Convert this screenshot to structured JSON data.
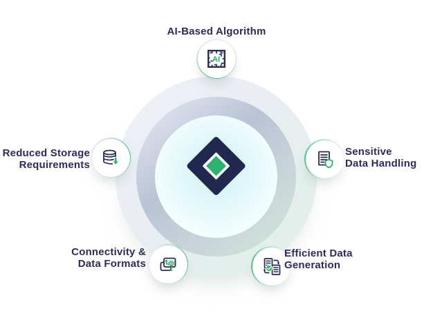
{
  "diagram": {
    "center_logo": {
      "name": "diamond-logo",
      "navy": "#222750",
      "green": "#2db36e",
      "ai_chip_text": "AI"
    },
    "colors": {
      "label_text": "#2e2a5c",
      "icon_navy": "#272b52",
      "icon_green": "#27ae60",
      "ring_border_green": "#58bd8c",
      "outer_ring_start": "#eff1f8",
      "outer_ring_end": "#dff0e7",
      "middle_ring_gray": "#bac2d5",
      "inner_glow": "#d3f2f6"
    },
    "nodes": [
      {
        "id": "ai-based-algorithm",
        "position": "top",
        "icon": "ai-chip-icon",
        "lines": [
          "AI-Based Algorithm"
        ]
      },
      {
        "id": "sensitive-data-handling",
        "position": "right",
        "icon": "document-shield-icon",
        "lines": [
          "Sensitive",
          "Data Handling"
        ]
      },
      {
        "id": "efficient-data-generation",
        "position": "bottom-right",
        "icon": "document-sync-check-icon",
        "lines": [
          "Efficient Data",
          "Generation"
        ]
      },
      {
        "id": "connectivity-data-formats",
        "position": "bottom-left",
        "icon": "device-network-gear-icon",
        "lines": [
          "Connectivity &",
          "Data Formats"
        ]
      },
      {
        "id": "reduced-storage-requirements",
        "position": "left",
        "icon": "database-download-icon",
        "lines": [
          "Reduced Storage",
          "Requirements"
        ]
      }
    ]
  }
}
